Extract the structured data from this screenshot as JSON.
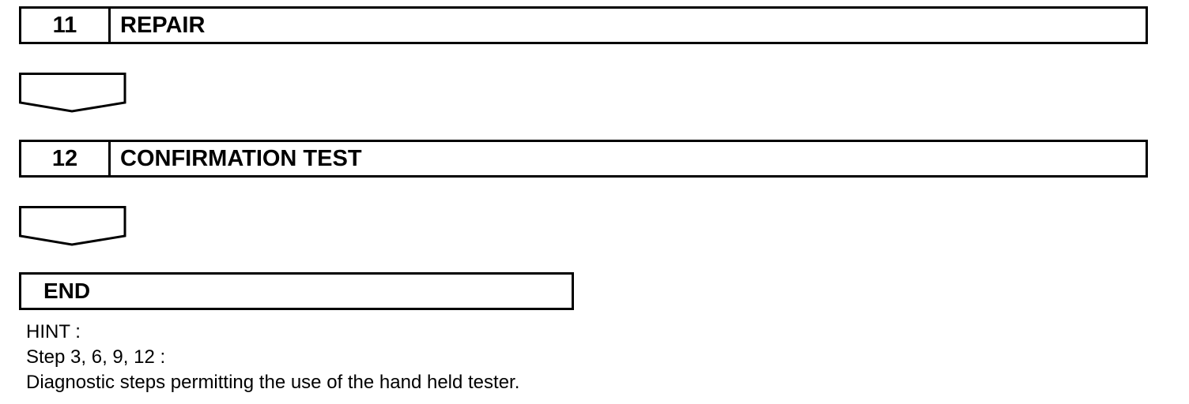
{
  "steps": [
    {
      "number": "11",
      "title": "REPAIR"
    },
    {
      "number": "12",
      "title": "CONFIRMATION TEST"
    }
  ],
  "end": {
    "label": "END"
  },
  "hint": {
    "heading": "HINT :",
    "line1": "Step 3, 6, 9, 12 :",
    "line2": "Diagnostic steps permitting the use of the hand held tester."
  },
  "icons": {
    "flow_arrow": "down-pentagon-arrow-icon"
  }
}
